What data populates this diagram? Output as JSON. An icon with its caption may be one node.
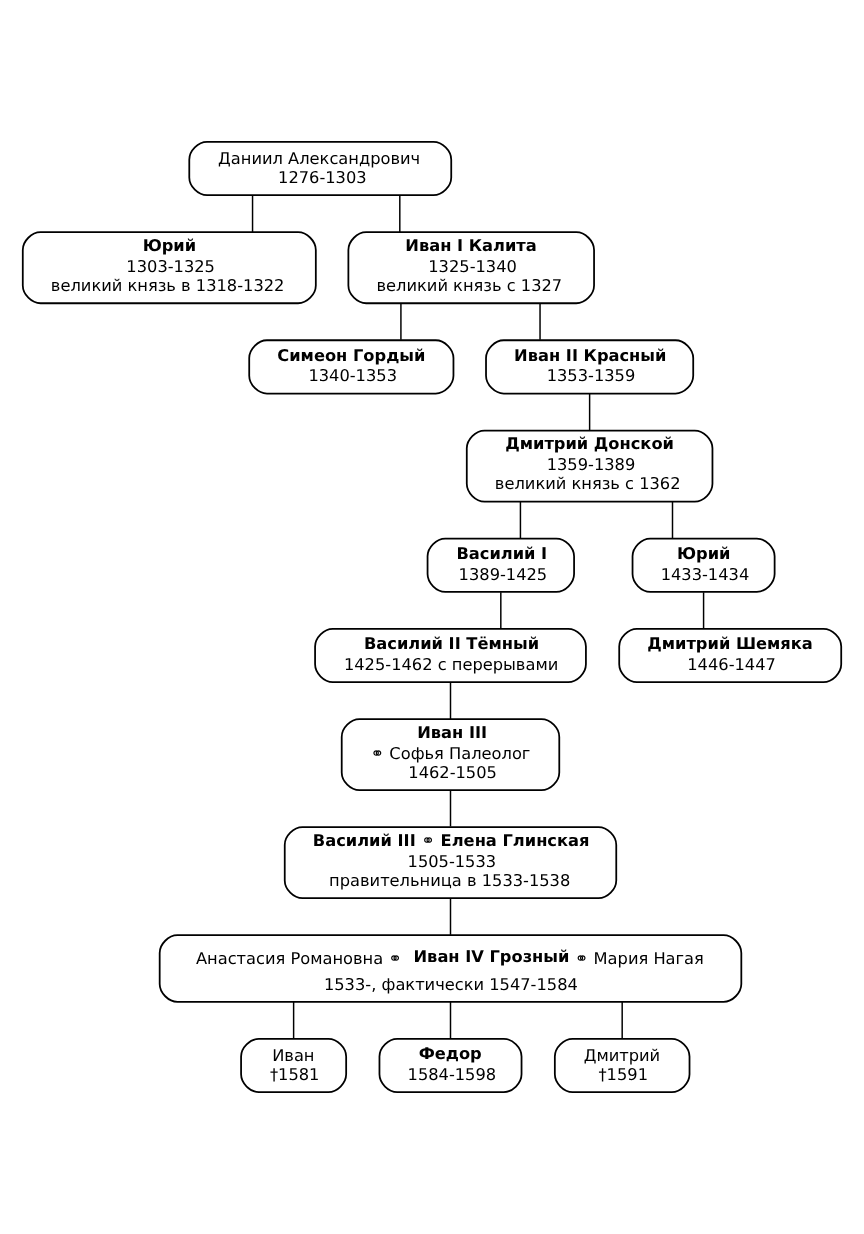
{
  "diagram": {
    "nodes": [
      {
        "text": [
          "Даниил Александрович",
          "1276-1303"
        ]
      },
      {
        "text": [
          "Юрий",
          "1303-1325",
          "великий князь в 1318-1322"
        ]
      },
      {
        "text": [
          "Иван I Калита",
          "1325-1340",
          "великий князь с 1327"
        ]
      },
      {
        "text": [
          "Симеон Гордый",
          "1340-1353"
        ]
      },
      {
        "text": [
          "Иван II Красный",
          "1353-1359"
        ]
      },
      {
        "text": [
          "Дмитрий Донской",
          "1359-1389",
          "великий князь с 1362"
        ]
      },
      {
        "text": [
          "Василий I",
          "1389-1425"
        ]
      },
      {
        "text": [
          "Юрий",
          "1433-1434"
        ]
      },
      {
        "text": [
          "Василий II Тёмный",
          "1425-1462 с перерывами"
        ]
      },
      {
        "text": [
          "Дмитрий Шемяка",
          "1446-1447"
        ]
      },
      {
        "text": [
          "Иван III",
          "⚭ Софья Палеолог",
          "1462-1505"
        ]
      },
      {
        "text": [
          "Василий III ⚭ Елена Глинская",
          "1505-1533",
          "правительница в 1533-1538"
        ]
      },
      {
        "text": [
          "Анастасия Романовна ⚭ **Иван IV Грозный** ⚭ Мария Нагая",
          "1533-, фактически 1547-1584"
        ]
      },
      {
        "text": [
          "Иван",
          "†1581"
        ]
      },
      {
        "text": [
          "Федор",
          "1584-1598"
        ]
      },
      {
        "text": [
          "Дмитрий",
          "†1591"
        ]
      }
    ],
    "edges": [
      {
        "from": 0,
        "to": 1,
        "arrow": "none"
      },
      {
        "from": 0,
        "to": 2,
        "arrow": "none"
      },
      {
        "from": 2,
        "to": 3,
        "arrow": "none"
      },
      {
        "from": 2,
        "to": 4,
        "arrow": "none"
      },
      {
        "from": 4,
        "to": 5,
        "arrow": "none"
      },
      {
        "from": 5,
        "to": 6,
        "arrow": "none"
      },
      {
        "from": 5,
        "to": 7,
        "arrow": "none"
      },
      {
        "from": 6,
        "to": 8,
        "arrow": "none"
      },
      {
        "from": 7,
        "to": 9,
        "arrow": "none"
      },
      {
        "from": 8,
        "to": 10,
        "arrow": "none"
      },
      {
        "from": 10,
        "to": 11,
        "arrow": "none"
      },
      {
        "from": 11,
        "to": 12,
        "arrow": "none"
      },
      {
        "from": 12,
        "to": 13,
        "arrow": "none"
      },
      {
        "from": 12,
        "to": 14,
        "arrow": "none"
      },
      {
        "from": 12,
        "to": 15,
        "arrow": "none"
      }
    ]
  }
}
